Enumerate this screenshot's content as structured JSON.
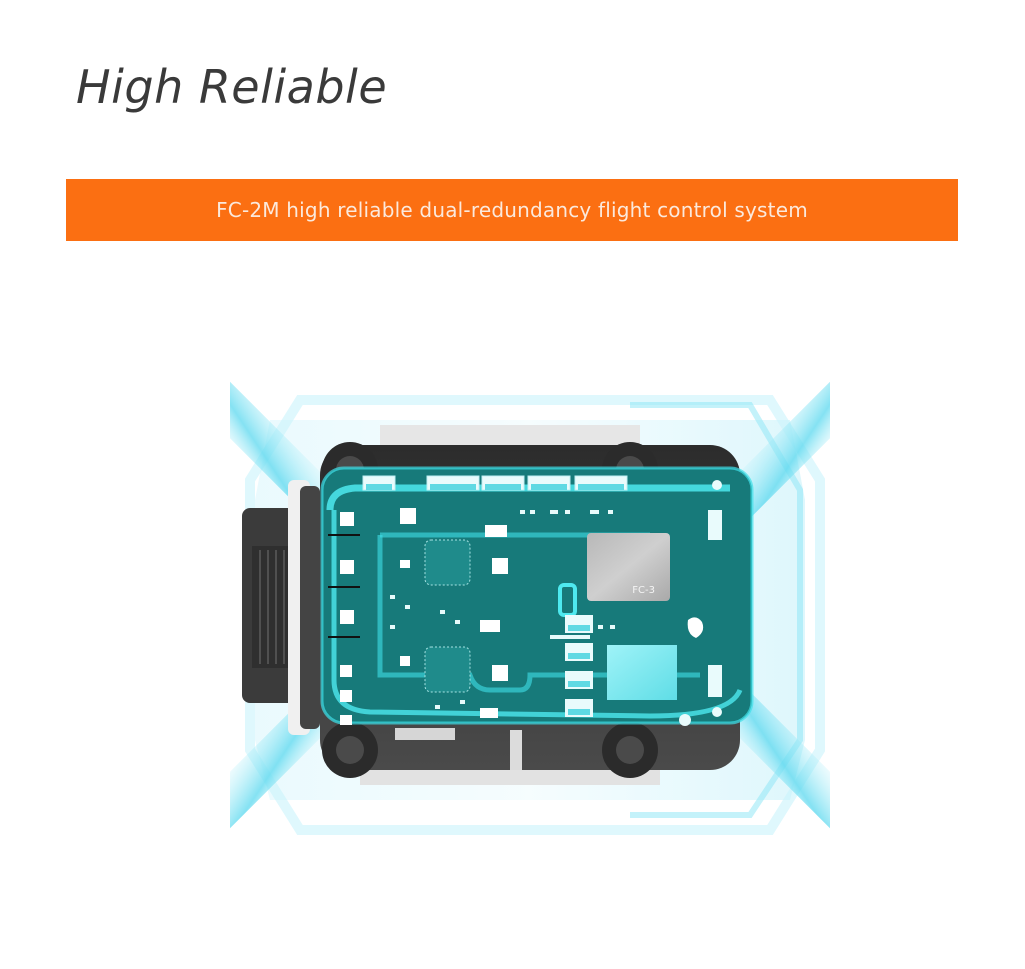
{
  "header": {
    "title": "High Reliable"
  },
  "banner": {
    "text": "FC-2M high reliable dual-redundancy flight control system",
    "background_color": "#fb6f12"
  },
  "product_image": {
    "alt": "FC-2M dual-redundancy flight controller circuit board with glowing protective housing",
    "chip_label": "FC-3",
    "colors": {
      "pcb": "#177a7a",
      "trace_highlight": "#3fe0e8",
      "glow": "#7ee6f5",
      "housing": "#3d3d3d"
    }
  }
}
